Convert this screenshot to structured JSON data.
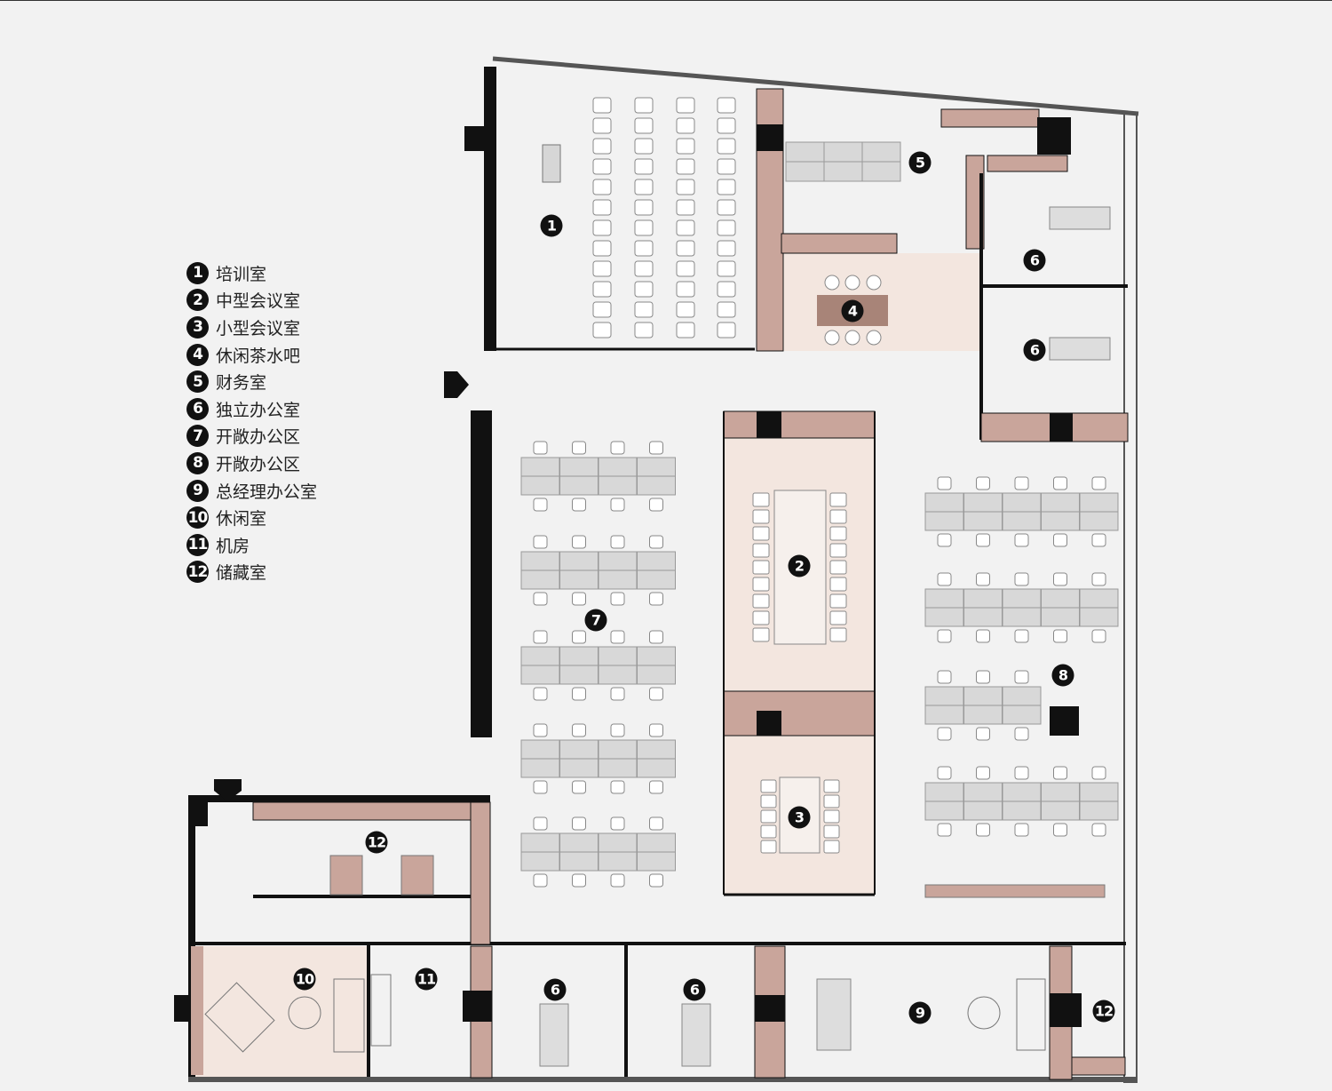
{
  "legend": [
    {
      "num": "1",
      "label": "培训室"
    },
    {
      "num": "2",
      "label": "中型会议室"
    },
    {
      "num": "3",
      "label": "小型会议室"
    },
    {
      "num": "4",
      "label": "休闲茶水吧"
    },
    {
      "num": "5",
      "label": "财务室"
    },
    {
      "num": "6",
      "label": "独立办公室"
    },
    {
      "num": "7",
      "label": "开敞办公区"
    },
    {
      "num": "8",
      "label": "开敞办公区"
    },
    {
      "num": "9",
      "label": "总经理办公室"
    },
    {
      "num": "10",
      "label": "休闲室"
    },
    {
      "num": "11",
      "label": "机房"
    },
    {
      "num": "12",
      "label": "储藏室"
    }
  ],
  "markers": [
    "1",
    "2",
    "3",
    "4",
    "5",
    "6",
    "6",
    "7",
    "8",
    "9",
    "10",
    "11",
    "12",
    "6",
    "6",
    "12"
  ],
  "colors": {
    "background": "#f2f2f2",
    "wall": "#111111",
    "accent_wall": "#c9a59b",
    "room_fill": "#f3e6df",
    "desk": "#d8d8d8"
  }
}
